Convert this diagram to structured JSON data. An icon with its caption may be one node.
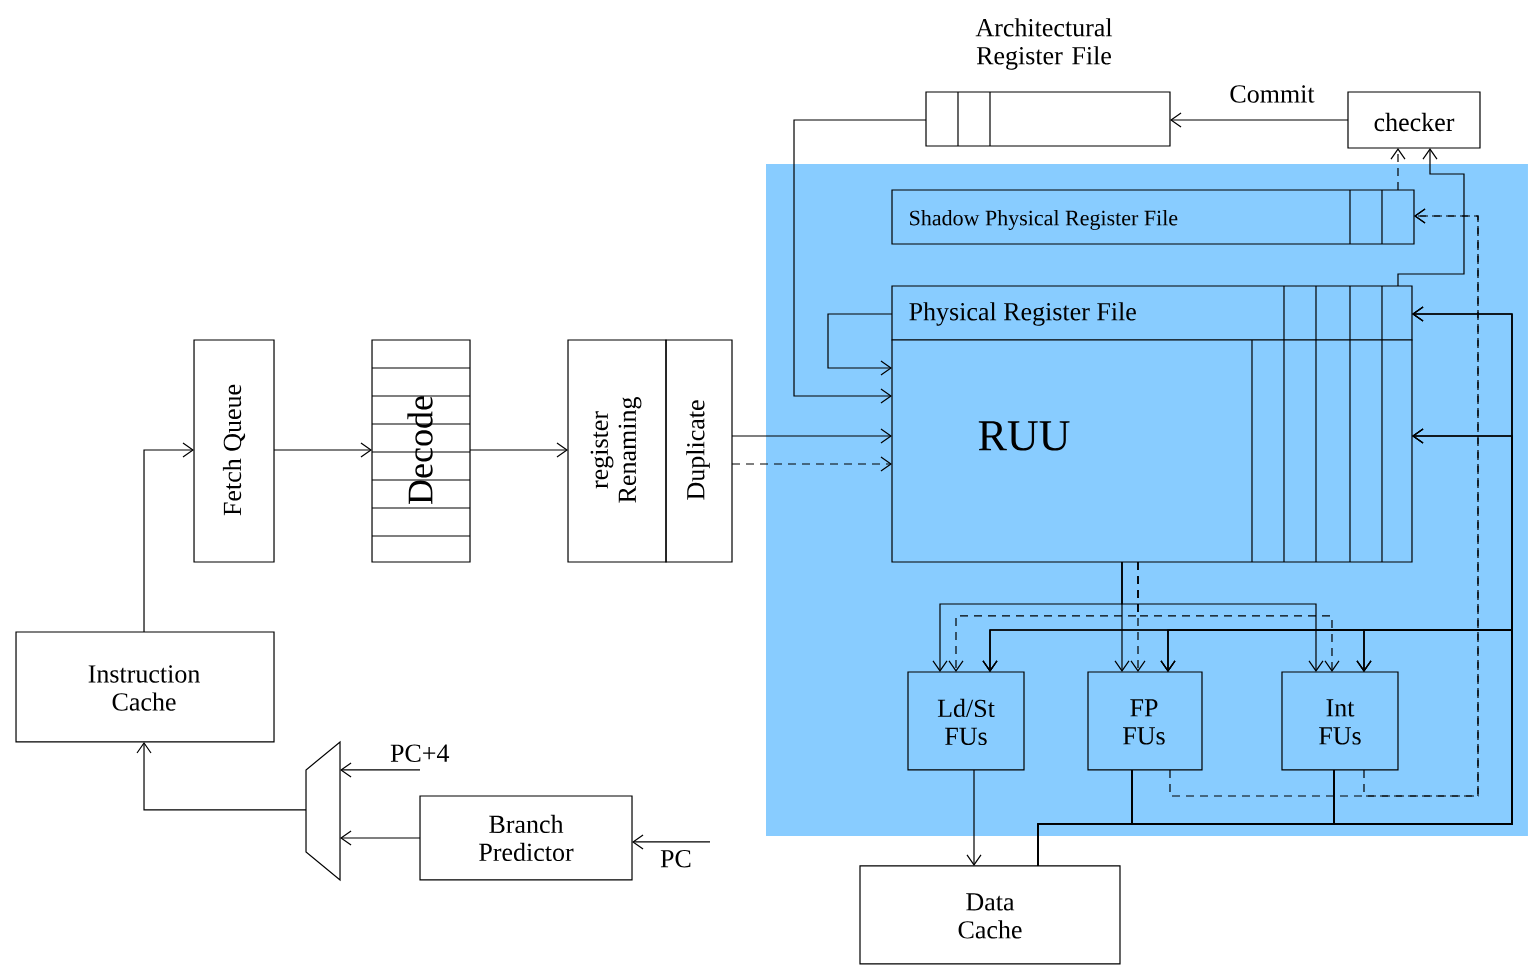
{
  "diagram": {
    "nodes": [
      {
        "text": [],
        "shape": "box"
      },
      {
        "text": [
          "Instruction Cache"
        ]
      },
      {
        "text": [
          "Fetch Queue"
        ]
      },
      {
        "text": [
          "Decode"
        ]
      },
      {
        "text": [
          "register Renaming"
        ]
      },
      {
        "text": [
          "Duplicate"
        ]
      },
      {
        "text": [
          "Architectural Register File"
        ]
      },
      {
        "text": [
          "checker"
        ]
      },
      {
        "text": [
          "Shadow Physical Register File"
        ],
        "in": 0
      },
      {
        "text": [
          "Physical Register File"
        ],
        "in": 0
      },
      {
        "text": [
          "RUU"
        ],
        "in": 0
      },
      {
        "text": [
          "Ld/St FUs"
        ],
        "in": 0
      },
      {
        "text": [
          "FP FUs"
        ],
        "in": 0
      },
      {
        "text": [
          "Int FUs"
        ],
        "in": 0
      },
      {
        "text": [
          "Data Cache"
        ]
      },
      {
        "text": [],
        "shape": "trapezoid"
      },
      {
        "text": [
          "Branch Predictor"
        ]
      },
      {
        "text": [
          "PC+4"
        ]
      },
      {
        "text": [
          "PC"
        ]
      }
    ],
    "edges": [
      {
        "from": 1,
        "to": 2,
        "arrow": "to"
      },
      {
        "from": 2,
        "to": 3,
        "arrow": "to"
      },
      {
        "from": 3,
        "to": 4,
        "arrow": "to"
      },
      {
        "from": 5,
        "to": 10,
        "arrow": "to"
      },
      {
        "from": 5,
        "to": 10,
        "arrow": "to",
        "style": "dashed"
      },
      {
        "from": 6,
        "to": 10,
        "arrow": "to"
      },
      {
        "from": 9,
        "to": 10,
        "arrow": "to"
      },
      {
        "from": 7,
        "to": 6,
        "arrow": "to",
        "label": "Commit"
      },
      {
        "from": 8,
        "to": 7,
        "arrow": "to",
        "style": "dashed"
      },
      {
        "from": 9,
        "to": 7,
        "arrow": "to"
      },
      {
        "from": 12,
        "to": 8,
        "arrow": "to",
        "style": "dashed"
      },
      {
        "from": 13,
        "to": 8,
        "arrow": "to",
        "style": "dashed"
      },
      {
        "from": 10,
        "to": 11,
        "arrow": "to"
      },
      {
        "from": 10,
        "to": 12,
        "arrow": "to"
      },
      {
        "from": 10,
        "to": 13,
        "arrow": "to"
      },
      {
        "from": 10,
        "to": 11,
        "arrow": "to",
        "style": "dashed"
      },
      {
        "from": 10,
        "to": 12,
        "arrow": "to",
        "style": "dashed"
      },
      {
        "from": 10,
        "to": 13,
        "arrow": "to",
        "style": "dashed"
      },
      {
        "from": 11,
        "to": 14,
        "arrow": "to"
      },
      {
        "from": 12,
        "to": 9,
        "arrow": "to"
      },
      {
        "from": 12,
        "to": 10,
        "arrow": "to"
      },
      {
        "from": 12,
        "to": 11,
        "arrow": "to"
      },
      {
        "from": 12,
        "to": 12,
        "arrow": "to"
      },
      {
        "from": 12,
        "to": 13,
        "arrow": "to"
      },
      {
        "from": 13,
        "to": 9,
        "arrow": "to"
      },
      {
        "from": 13,
        "to": 10,
        "arrow": "to"
      },
      {
        "from": 13,
        "to": 11,
        "arrow": "to"
      },
      {
        "from": 13,
        "to": 12,
        "arrow": "to"
      },
      {
        "from": 13,
        "to": 13,
        "arrow": "to"
      },
      {
        "from": 14,
        "to": 9,
        "arrow": "to"
      },
      {
        "from": 14,
        "to": 10,
        "arrow": "to"
      },
      {
        "from": 14,
        "to": 11,
        "arrow": "to"
      },
      {
        "from": 14,
        "to": 12,
        "arrow": "to"
      },
      {
        "from": 14,
        "to": 13,
        "arrow": "to"
      },
      {
        "from": 15,
        "to": 1,
        "arrow": "to"
      },
      {
        "from": 16,
        "to": 15,
        "arrow": "to"
      },
      {
        "from": 17,
        "to": 15,
        "arrow": "to"
      },
      {
        "from": 18,
        "to": 16,
        "arrow": "to"
      }
    ]
  }
}
